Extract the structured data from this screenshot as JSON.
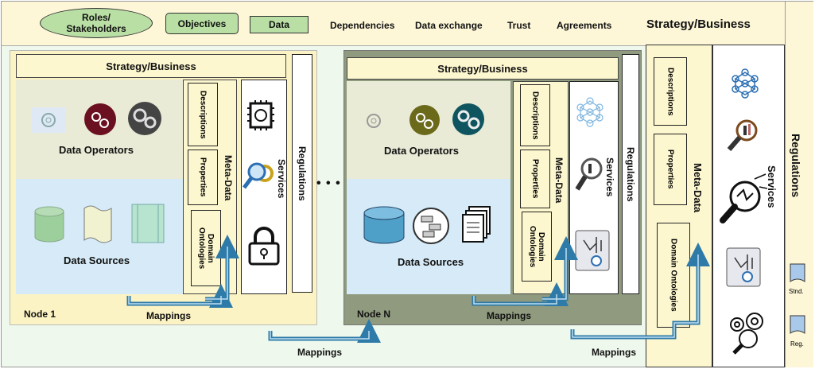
{
  "top_bar": {
    "roles": "Roles/\nStakeholders",
    "objectives": "Objectives",
    "data": "Data",
    "dependencies": "Dependencies",
    "data_exchange": "Data exchange",
    "trust": "Trust",
    "agreements": "Agreements",
    "strategy": "Strategy/Business"
  },
  "node1": {
    "strategy": "Strategy/Business",
    "data_operators": "Data Operators",
    "data_sources": "Data Sources",
    "meta_data": "Meta-Data",
    "descriptions": "Descriptions",
    "properties": "Properties",
    "domain_ontologies": "Domain\nOntologies",
    "services": "Services",
    "regulations": "Regulations",
    "label": "Node 1",
    "mappings": "Mappings"
  },
  "nodeN": {
    "strategy": "Strategy/Business",
    "data_operators": "Data Operators",
    "data_sources": "Data Sources",
    "meta_data": "Meta-Data",
    "descriptions": "Descriptions",
    "properties": "Properties",
    "domain_ontologies": "Domain\nOntologies",
    "services": "Services",
    "regulations": "Regulations",
    "label": "Node N",
    "mappings": "Mappings"
  },
  "ellipsis": "• • •",
  "bottom": {
    "mappings_center": "Mappings",
    "mappings_right": "Mappings"
  },
  "right_meta": {
    "meta_data": "Meta-Data",
    "descriptions": "Descriptions",
    "properties": "Properties",
    "domain_ontologies": "Domain Ontologies"
  },
  "right_services": {
    "label": "Services"
  },
  "right_regulations": {
    "label": "Regulations",
    "stnd": "Stnd.",
    "reg": "Reg."
  },
  "colors": {
    "page_bg": "#eef8ec",
    "node1_bg": "#fcf3c4",
    "nodeN_bg": "#8f9a7e",
    "operators_bg": "#e9ebd6",
    "sources_bg": "#d6ebf7",
    "arrow": "#2e7aa8"
  }
}
